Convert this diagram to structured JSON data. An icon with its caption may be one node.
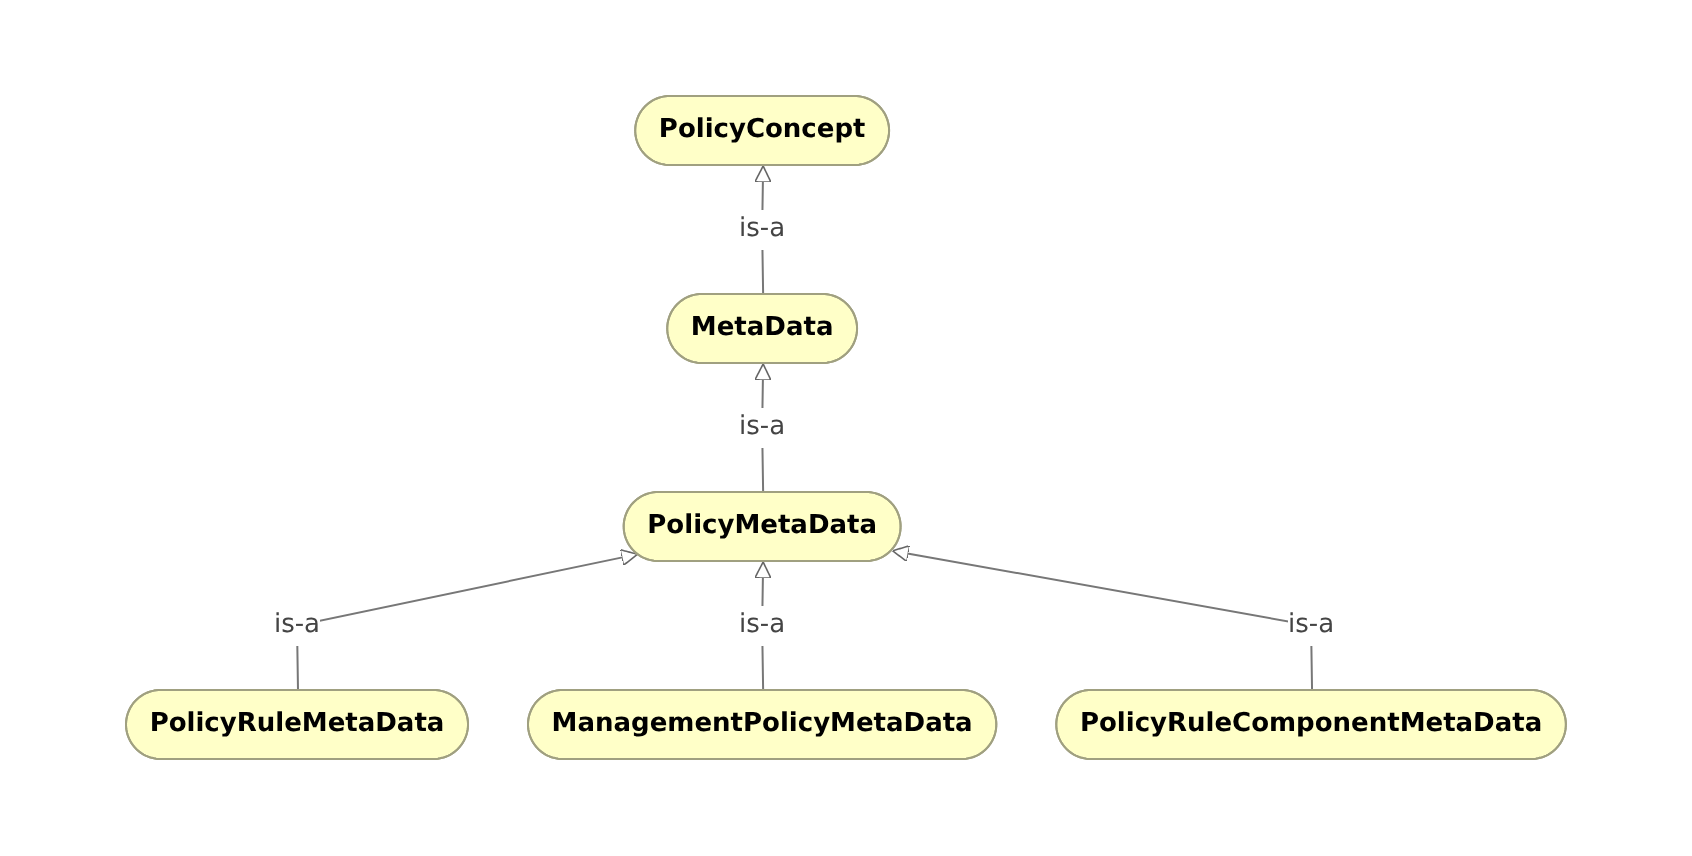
{
  "diagram": {
    "nodes": [
      {
        "text": [
          "PolicyConcept"
        ]
      },
      {
        "text": [
          "MetaData"
        ]
      },
      {
        "text": [
          "PolicyMetaData"
        ]
      },
      {
        "text": [
          "PolicyRuleMetaData"
        ]
      },
      {
        "text": [
          "ManagementPolicyMetaData"
        ]
      },
      {
        "text": [
          "PolicyRuleComponentMetaData"
        ]
      }
    ],
    "edges": [
      {
        "from": 1,
        "to": 0,
        "arrow": "to",
        "label": "is-a"
      },
      {
        "from": 2,
        "to": 1,
        "arrow": "to",
        "label": "is-a"
      },
      {
        "from": 3,
        "to": 2,
        "arrow": "to",
        "label": "is-a"
      },
      {
        "from": 4,
        "to": 2,
        "arrow": "to",
        "label": "is-a"
      },
      {
        "from": 5,
        "to": 2,
        "arrow": "to",
        "label": "is-a"
      }
    ]
  }
}
